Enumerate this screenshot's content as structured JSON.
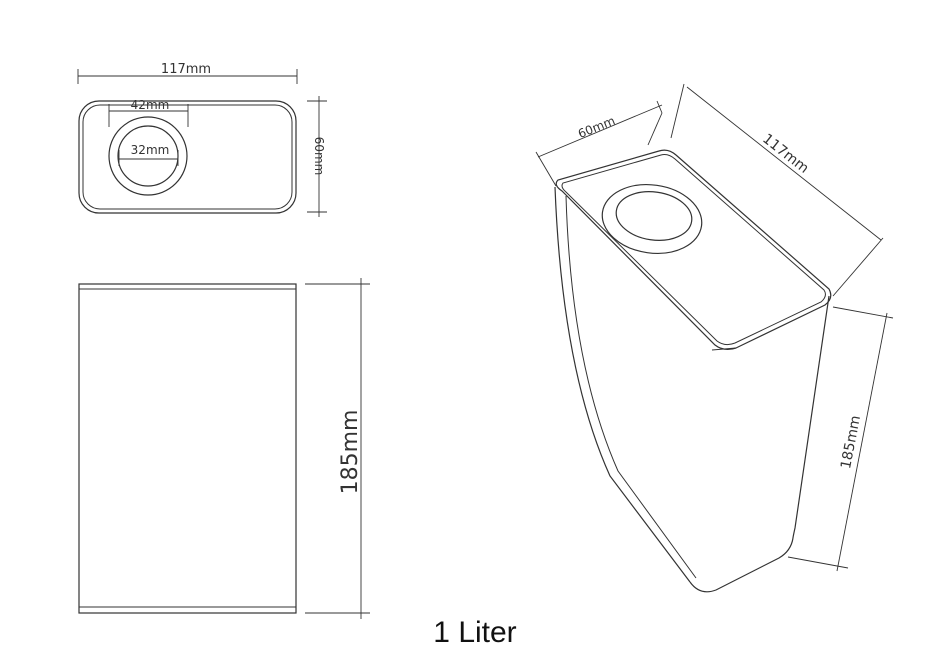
{
  "caption": "1 Liter",
  "top_view": {
    "width_label": "117mm",
    "outer_ring_label": "42mm",
    "inner_ring_label": "32mm",
    "depth_label": "60mm"
  },
  "front_view": {
    "height_label": "185mm"
  },
  "iso_view": {
    "depth_label": "60mm",
    "width_label": "117mm",
    "height_label": "185mm"
  },
  "colors": {
    "line": "#333333",
    "background": "#ffffff"
  }
}
